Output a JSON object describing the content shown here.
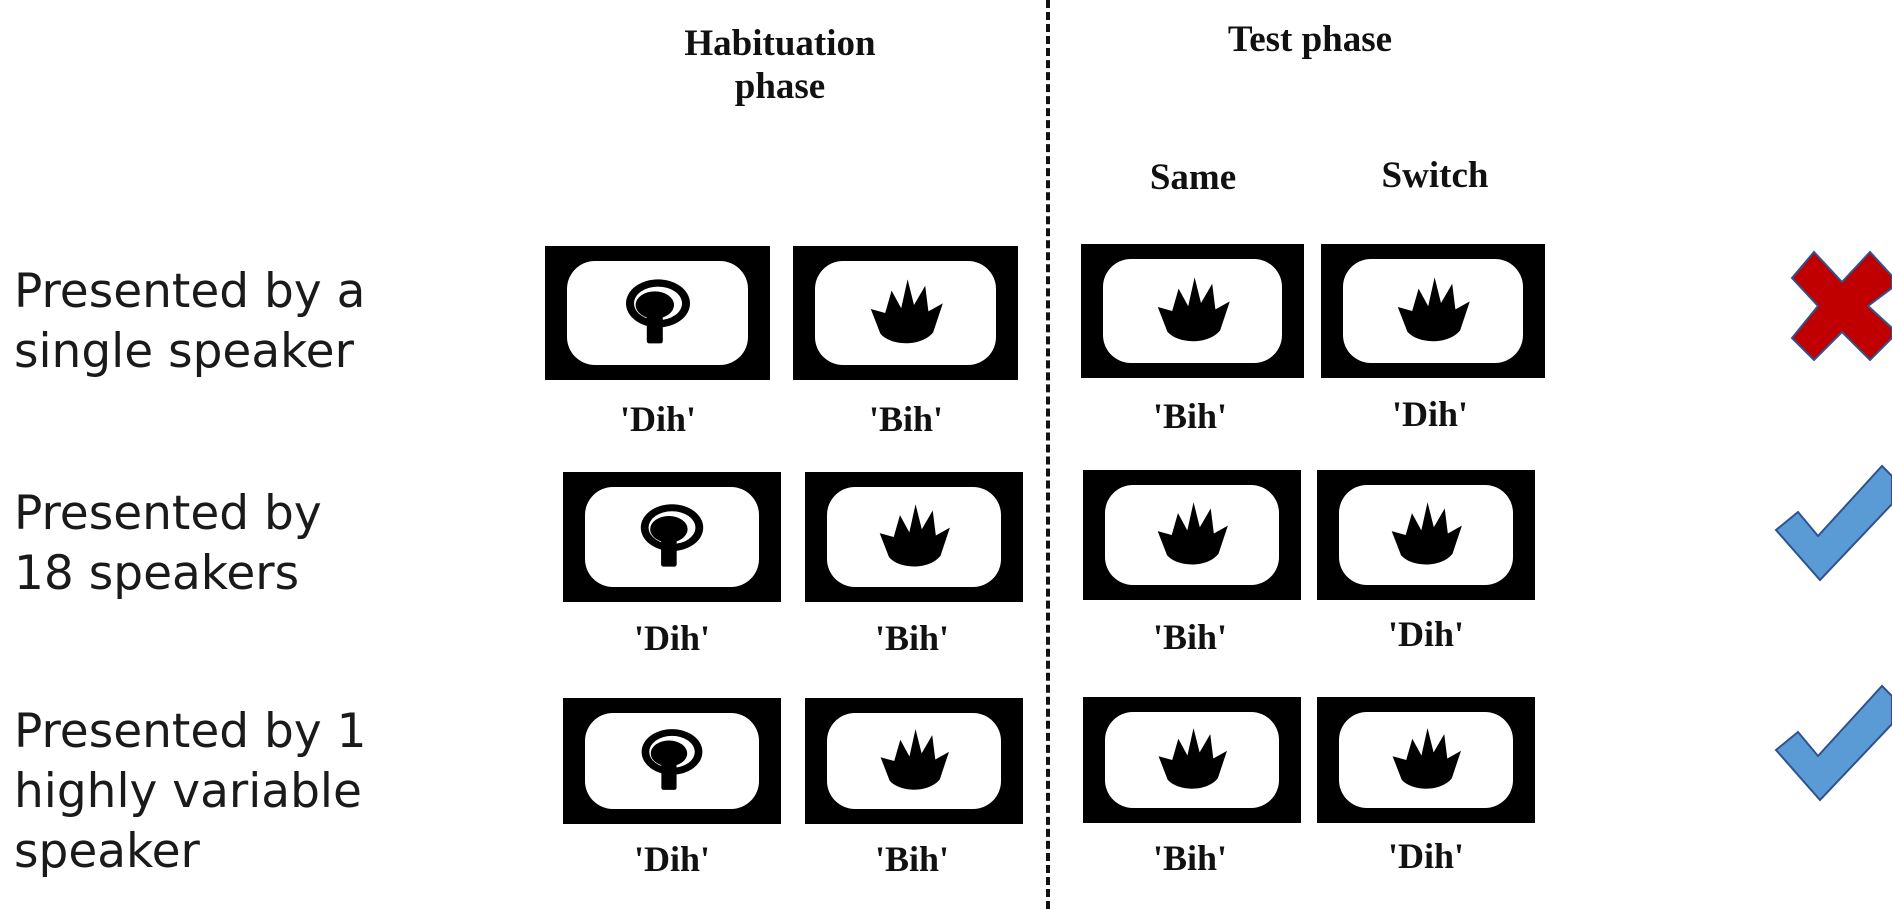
{
  "headers": {
    "habituation": "Habituation\nphase",
    "test": "Test phase",
    "same": "Same",
    "switch": "Switch"
  },
  "rows": [
    {
      "label": "Presented by a\nsingle speaker",
      "result_icon": "cross-icon",
      "words": [
        "'Dih'",
        "'Bih'",
        "'Bih'",
        "'Dih'"
      ]
    },
    {
      "label": "Presented by\n18 speakers",
      "result_icon": "check-icon",
      "words": [
        "'Dih'",
        "'Bih'",
        "'Bih'",
        "'Dih'"
      ]
    },
    {
      "label": "Presented by 1\nhighly variable\nspeaker",
      "result_icon": "check-icon",
      "words": [
        "'Dih'",
        "'Bih'",
        "'Bih'",
        "'Dih'"
      ]
    }
  ],
  "card_objects": [
    "lollipop-object-icon",
    "crown-object-icon",
    "crown-object-icon",
    "crown-object-icon"
  ],
  "colors": {
    "cross": "#c00000",
    "check": "#5b9bd5",
    "outline": "#2f528f"
  }
}
